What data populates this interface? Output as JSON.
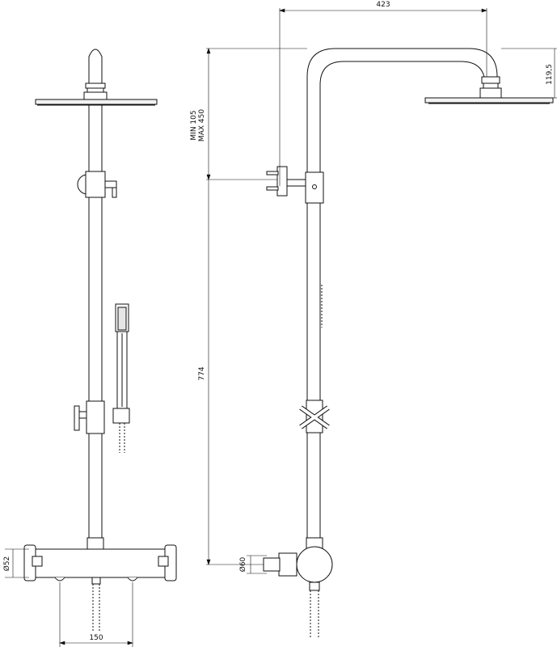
{
  "dimensions": {
    "head_width": "423",
    "head_drop": "119,5",
    "arm_range_min": "MIN 105",
    "arm_range_max": "MAX 450",
    "riser_length": "774",
    "mixer_height_dia": "Ø52",
    "wall_outlet_dia": "Ø60",
    "mixer_centers": "150"
  },
  "colors": {
    "line": "#111111",
    "fill_light": "#f2f2f2",
    "background": "#ffffff"
  }
}
